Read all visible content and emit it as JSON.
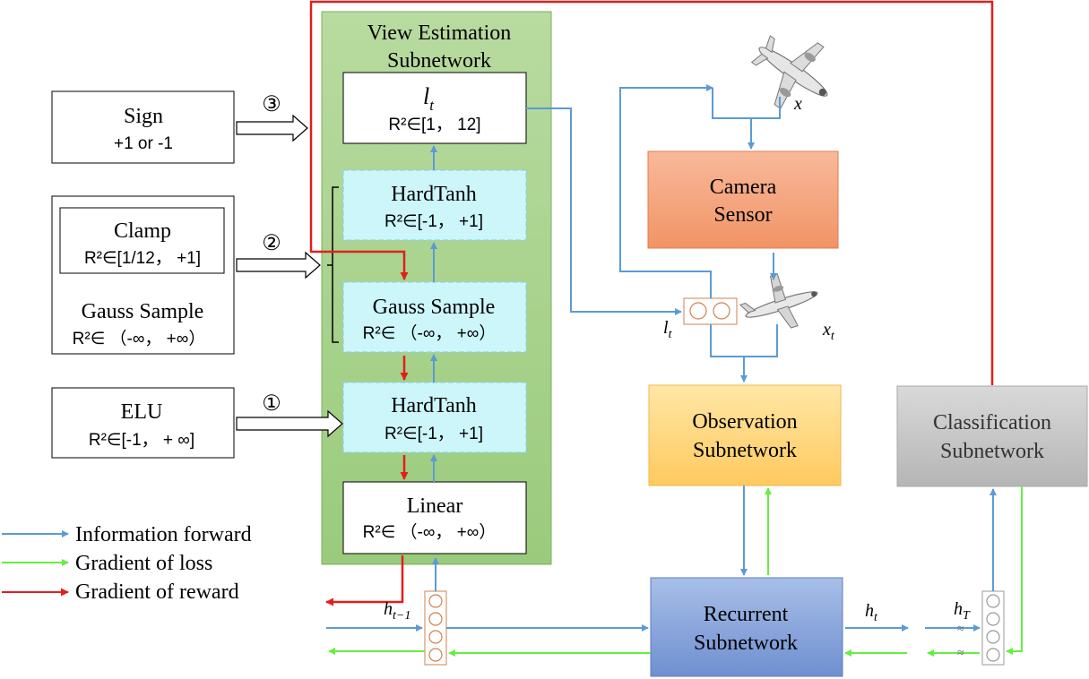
{
  "view_estimation": {
    "title_line1": "View Estimation",
    "title_line2": "Subnetwork",
    "lt_label": "l",
    "lt_sub": "t",
    "lt_range": "R²∈[1， 12]",
    "hardtanh_top": "HardTanh",
    "hardtanh_top_range": "R²∈[-1， +1]",
    "gauss": "Gauss Sample",
    "gauss_range": "R²∈ （-∞， +∞）",
    "hardtanh_bottom": "HardTanh",
    "hardtanh_bottom_range": "R²∈[-1， +1]",
    "linear": "Linear",
    "linear_range": "R²∈ （-∞， +∞）"
  },
  "left_boxes": {
    "sign_title": "Sign",
    "sign_value": "+1 or -1",
    "clamp_title": "Clamp",
    "clamp_range": "R²∈[1/12， +1]",
    "gauss_title": "Gauss Sample",
    "gauss_range": "R²∈ （-∞， +∞）",
    "elu_title": "ELU",
    "elu_range": "R²∈[-1， + ∞]"
  },
  "steps": {
    "one": "①",
    "two": "②",
    "three": "③"
  },
  "camera": {
    "line1": "Camera",
    "line2": "Sensor"
  },
  "observation": {
    "line1": "Observation",
    "line2": "Subnetwork"
  },
  "classification": {
    "line1": "Classification",
    "line2": "Subnetwork"
  },
  "recurrent": {
    "line1": "Recurrent",
    "line2": "Subnetwork"
  },
  "labels": {
    "x": "x",
    "xt": "x",
    "xt_sub": "t",
    "lt": "l",
    "lt_sub": "t",
    "ht_prev": "h",
    "ht_prev_sub": "t−1",
    "ht": "h",
    "ht_sub": "t",
    "hT": "h",
    "hT_sub": "T"
  },
  "legend": {
    "items": [
      {
        "label": "Information forward",
        "color": "#5b9bd5"
      },
      {
        "label": "Gradient of loss",
        "color": "#66ee44"
      },
      {
        "label": "Gradient of reward",
        "color": "#e0201c"
      }
    ]
  },
  "colors": {
    "info_forward": "#5b9bd5",
    "grad_loss": "#66ee44",
    "grad_reward": "#e0201c",
    "view_panel": "#a9d18e",
    "cyan_box": "#ccf6f9",
    "camera": "#f4a07a",
    "observation": "#ffd27a",
    "classification": "#c8c8c8",
    "recurrent": "#8ea9db"
  }
}
